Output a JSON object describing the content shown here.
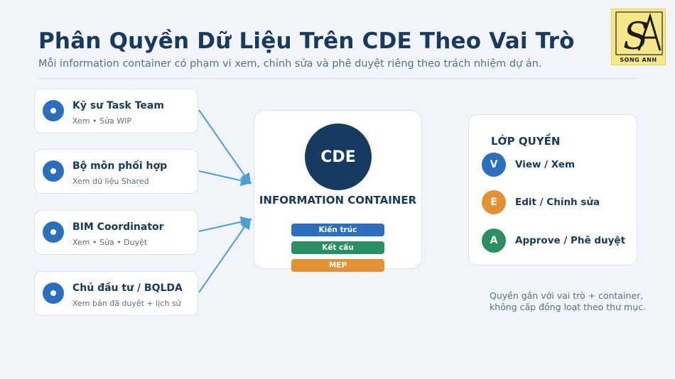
{
  "header": {
    "title": "Phân Quyền Dữ Liệu Trên CDE Theo Vai Trò",
    "subtitle": "Mỗi information container có phạm vi xem, chỉnh sửa và phê duyệt riêng theo trách nhiệm dự án."
  },
  "logo": {
    "monogram": "SA",
    "text": "SONG ANH"
  },
  "roles": [
    {
      "name": "Kỹ sư Task Team",
      "permissions": "Xem  •  Sửa WIP"
    },
    {
      "name": "Bộ môn phối hợp",
      "permissions": "Xem dữ liệu Shared"
    },
    {
      "name": "BIM Coordinator",
      "permissions": "Xem  •  Sửa  •  Duyệt"
    },
    {
      "name": "Chủ đầu tư / BQLDA",
      "permissions": "Xem bản đã duyệt + lịch sử"
    }
  ],
  "container": {
    "badge": "CDE",
    "label": "INFORMATION CONTAINER",
    "disciplines": [
      {
        "label": "Kiến trúc",
        "color": "#2a6ebd"
      },
      {
        "label": "Kết cấu",
        "color": "#2a8f62"
      },
      {
        "label": "MEP",
        "color": "#e39133"
      }
    ]
  },
  "permission_layers": {
    "heading": "LỚP QUYỀN",
    "items": [
      {
        "letter": "V",
        "label": "View / Xem",
        "color": "#2a6ebd"
      },
      {
        "letter": "E",
        "label": "Edit / Chỉnh sửa",
        "color": "#e39133"
      },
      {
        "letter": "A",
        "label": "Approve / Phê duyệt",
        "color": "#2a8f62"
      }
    ]
  },
  "note": {
    "line1": "Quyền gắn với vai trò + container,",
    "line2": "không cấp đồng loạt theo thư mục."
  },
  "colors": {
    "primary": "#173a60",
    "accent_blue": "#2a6ebd",
    "arrow": "#4a9fd6"
  }
}
